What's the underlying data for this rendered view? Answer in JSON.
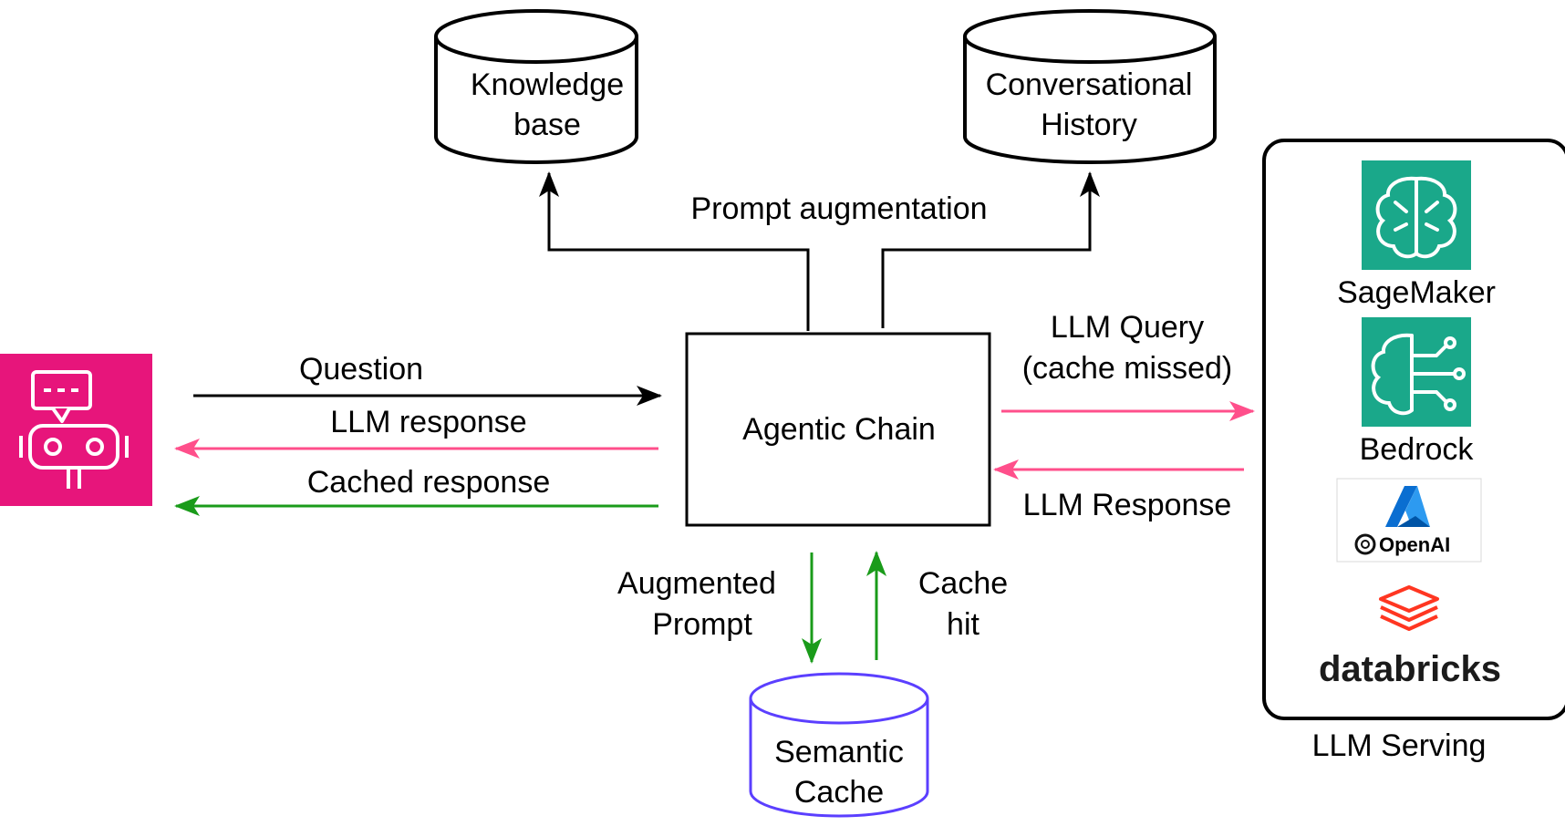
{
  "colors": {
    "black": "#000000",
    "pink": "#ff4f8b",
    "green": "#1a9b1a",
    "purple": "#5b3fff",
    "chatbot_bg": "#e7157b",
    "sagemaker_bg": "#1aa88a",
    "azure_blue": "#0a6ed1",
    "databricks_red": "#ff3621"
  },
  "knowledge_base": {
    "line1": "Knowledge",
    "line2": "base"
  },
  "conversational_history": {
    "line1": "Conversational",
    "line2": "History"
  },
  "prompt_augmentation": "Prompt augmentation",
  "agentic_chain": "Agentic Chain",
  "question": "Question",
  "llm_response_left": "LLM response",
  "cached_response": "Cached response",
  "llm_query": {
    "line1": "LLM Query",
    "line2": "(cache missed)"
  },
  "llm_response_right": "LLM Response",
  "augmented_prompt": {
    "line1": "Augmented",
    "line2": "Prompt"
  },
  "cache_hit": {
    "line1": "Cache",
    "line2": "hit"
  },
  "semantic_cache": {
    "line1": "Semantic",
    "line2": "Cache"
  },
  "llm_serving": {
    "caption": "LLM Serving",
    "providers": {
      "sagemaker": "SageMaker",
      "bedrock": "Bedrock",
      "openai": "OpenAI",
      "databricks": "databricks"
    }
  },
  "icons": {
    "chatbot": "chatbot-robot-icon",
    "sagemaker": "sagemaker-brain-icon",
    "bedrock": "bedrock-brain-icon",
    "azure": "azure-logo-icon",
    "openai": "openai-logo-icon",
    "databricks": "databricks-layers-icon"
  }
}
